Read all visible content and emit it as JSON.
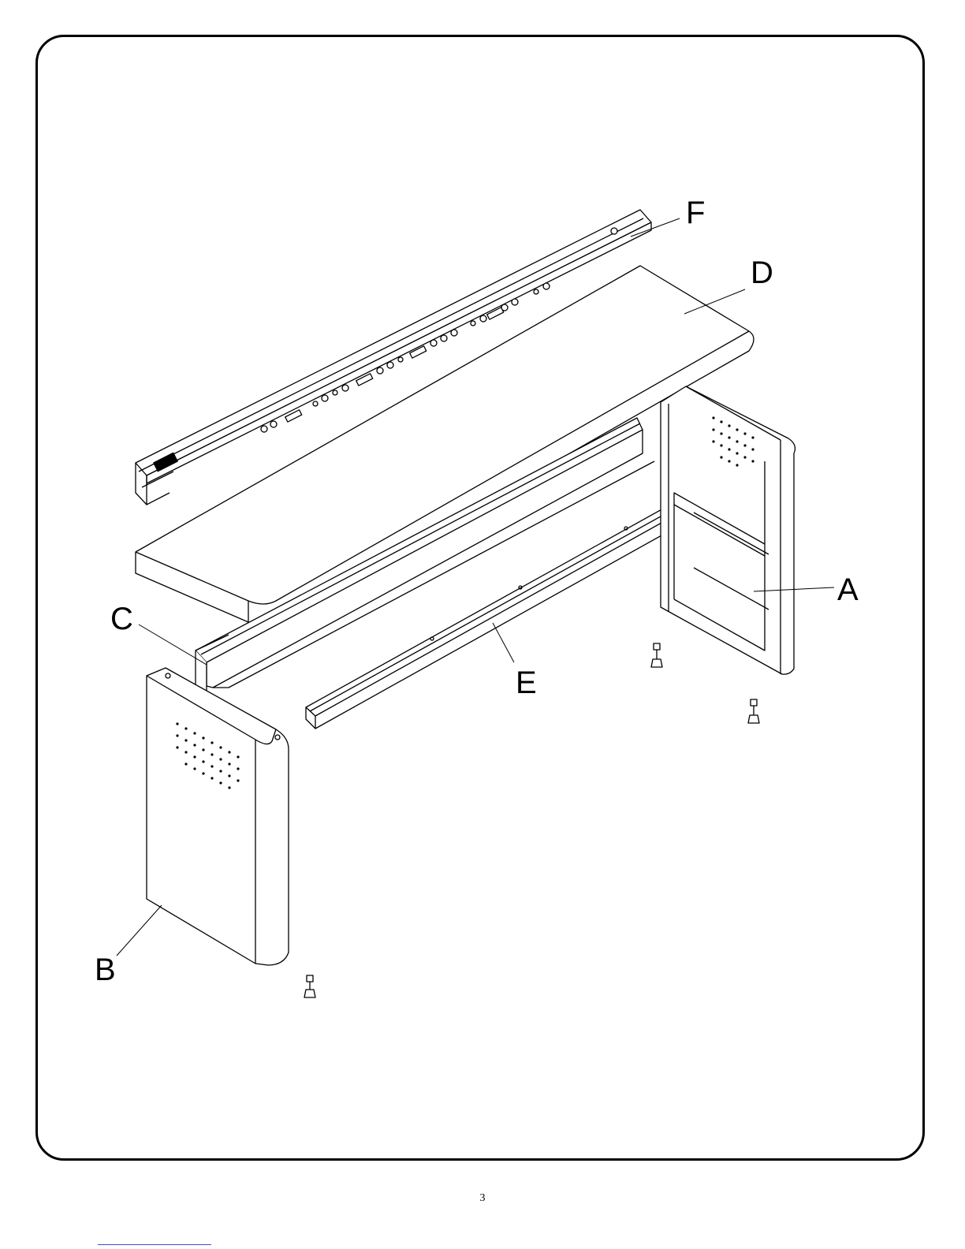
{
  "diagram": {
    "labels": {
      "A": "A",
      "B": "B",
      "C": "C",
      "D": "D",
      "E": "E",
      "F": "F"
    }
  },
  "footer": {
    "page_number": "3"
  },
  "colors": {
    "line": "#000000",
    "link": "#3a4fd1"
  }
}
